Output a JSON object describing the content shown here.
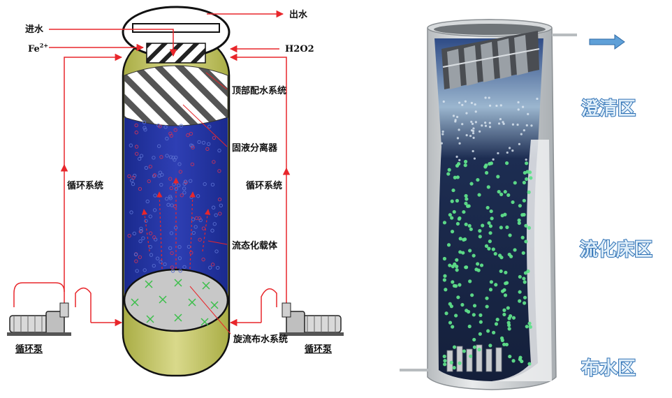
{
  "left_diagram": {
    "inlet_label": "进水",
    "iron_label": "Fe",
    "iron_superscript": "2+",
    "outlet_label": "出水",
    "h2o2_label": "H2O2",
    "top_drain_label": "顶部配水系统",
    "separator_label": "固液分离器",
    "left_circulation_label": "循环系统",
    "right_circulation_label": "循环系统",
    "carrier_label": "流态化载体",
    "swirl_distribution_label": "旋流布水系统",
    "left_pump_label": "循环泵",
    "right_pump_label": "循环泵"
  },
  "right_diagram": {
    "clarification_zone": "澄清区",
    "fluidized_bed_zone": "流化床区",
    "distribution_zone": "布水区"
  },
  "colors": {
    "flow_line": "#e8262b",
    "liquid_blue": "#2233a0",
    "shell_olive": "#bdbd5a",
    "zone_text": "#dfeef9",
    "zone_outline": "#2b6fb4"
  }
}
